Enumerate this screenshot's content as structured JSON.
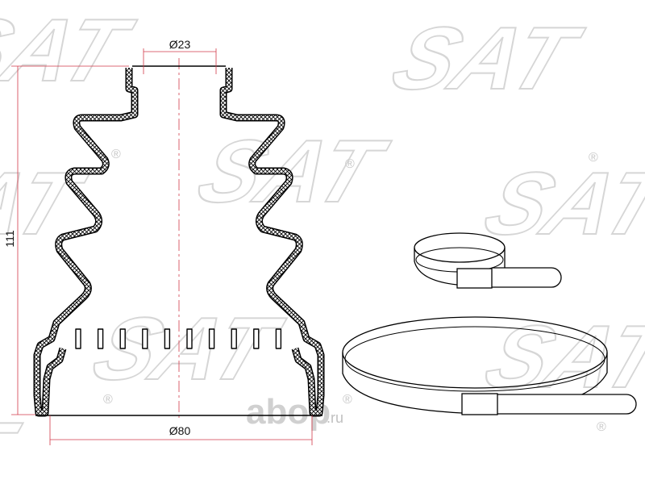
{
  "watermark": {
    "brand": "SAT",
    "registered": "®",
    "site": "abop",
    "site_tld": ".ru"
  },
  "dimensions": {
    "top_diameter": "Ø23",
    "bottom_diameter": "Ø80",
    "height": "111"
  },
  "colors": {
    "dimension_line": "#d23a4a",
    "outline": "#000000",
    "watermark": "#d6d6d6"
  }
}
